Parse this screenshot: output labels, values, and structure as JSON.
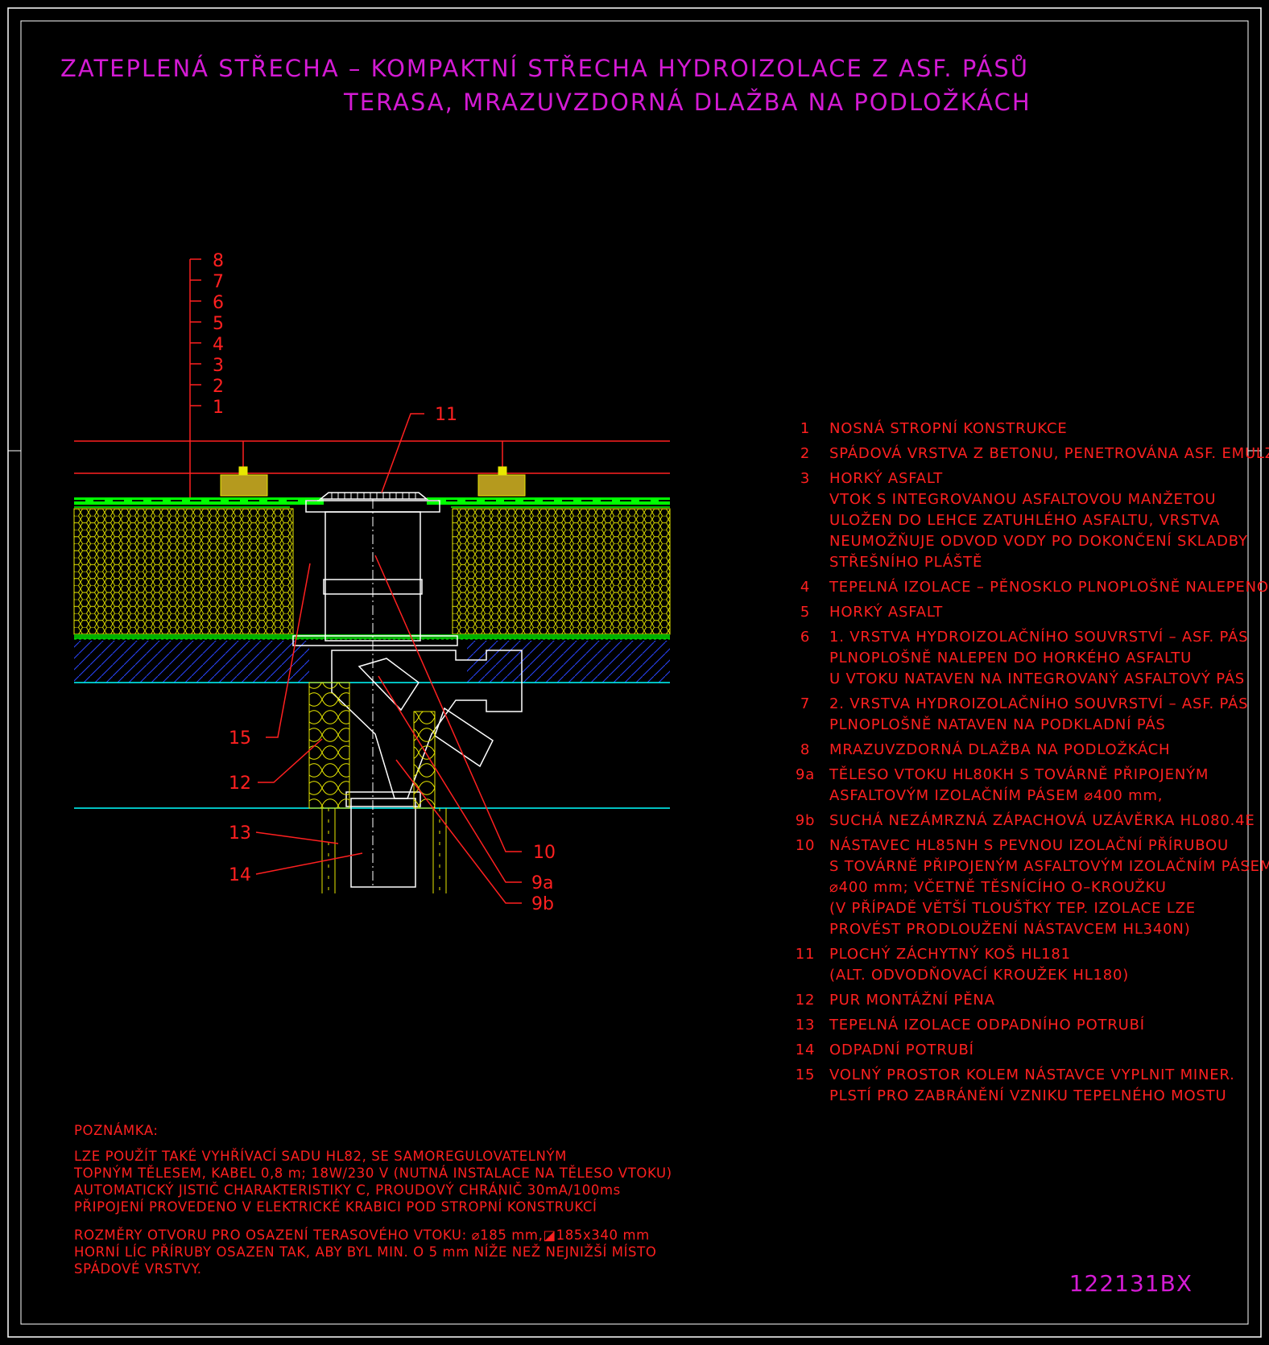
{
  "title": {
    "line1": "ZATEPLENÁ STŘECHA – KOMPAKTNÍ STŘECHA HYDROIZOLACE Z ASF. PÁSŮ",
    "line2": "TERASA, MRAZUVZDORNÁ DLAŽBA NA PODLOŽKÁCH"
  },
  "drawing_code": "122131BX",
  "colors": {
    "magenta": "#d41bd4",
    "red": "#ff2020",
    "green": "#00ff00",
    "yellow": "#ffff00",
    "cyan": "#00ffff",
    "blue": "#3050ff",
    "white": "#ffffff"
  },
  "diagram": {
    "layer_labels": [
      "8",
      "7",
      "6",
      "5",
      "4",
      "3",
      "2",
      "1"
    ],
    "callouts": {
      "c11": "11",
      "c15": "15",
      "c12": "12",
      "c13": "13",
      "c14": "14",
      "c10": "10",
      "c9a": "9a",
      "c9b": "9b"
    }
  },
  "legend": [
    {
      "num": "1",
      "lines": [
        "NOSNÁ STROPNÍ KONSTRUKCE"
      ]
    },
    {
      "num": "2",
      "lines": [
        "SPÁDOVÁ VRSTVA Z BETONU, PENETROVÁNA ASF. EMULZÍ"
      ]
    },
    {
      "num": "3",
      "lines": [
        "HORKÝ ASFALT",
        "VTOK S INTEGROVANOU ASFALTOVOU MANŽETOU",
        "ULOŽEN DO LEHCE ZATUHLÉHO ASFALTU, VRSTVA",
        "NEUMOŽŇUJE ODVOD VODY PO DOKONČENÍ SKLADBY",
        "STŘEŠNÍHO PLÁŠTĚ"
      ]
    },
    {
      "num": "4",
      "lines": [
        "TEPELNÁ IZOLACE – PĚNOSKLO PLNOPLOŠNĚ NALEPENO"
      ]
    },
    {
      "num": "5",
      "lines": [
        "HORKÝ ASFALT"
      ]
    },
    {
      "num": "6",
      "lines": [
        "1. VRSTVA HYDROIZOLAČNÍHO SOUVRSTVÍ – ASF. PÁS",
        "PLNOPLOŠNĚ NALEPEN DO HORKÉHO ASFALTU",
        "U VTOKU NATAVEN NA INTEGROVANÝ ASFALTOVÝ PÁS"
      ]
    },
    {
      "num": "7",
      "lines": [
        "2. VRSTVA HYDROIZOLAČNÍHO SOUVRSTVÍ – ASF. PÁS",
        "PLNOPLOŠNĚ NATAVEN NA PODKLADNÍ PÁS"
      ]
    },
    {
      "num": "8",
      "lines": [
        "MRAZUVZDORNÁ DLAŽBA NA PODLOŽKÁCH"
      ]
    },
    {
      "num": "9a",
      "lines": [
        "TĚLESO VTOKU HL80KH S TOVÁRNĚ PŘIPOJENÝM",
        "ASFALTOVÝM IZOLAČNÍM PÁSEM ⌀400 mm,"
      ]
    },
    {
      "num": "9b",
      "lines": [
        "SUCHÁ NEZÁMRZNÁ ZÁPACHOVÁ UZÁVĚRKA HL080.4E"
      ]
    },
    {
      "num": "10",
      "lines": [
        "NÁSTAVEC HL85NH S PEVNOU IZOLAČNÍ PŘÍRUBOU",
        "S TOVÁRNĚ PŘIPOJENÝM ASFALTOVÝM IZOLAČNÍM PÁSEM",
        "⌀400 mm; VČETNĚ TĚSNÍCÍHO O–KROUŽKU",
        "(V PŘÍPADĚ VĚTŠÍ TLOUŠŤKY TEP. IZOLACE LZE",
        "PROVÉST PRODLOUŽENÍ NÁSTAVCEM HL340N)"
      ]
    },
    {
      "num": "11",
      "lines": [
        "PLOCHÝ ZÁCHYTNÝ KOŠ HL181",
        "(ALT. ODVODŇOVACÍ KROUŽEK HL180)"
      ]
    },
    {
      "num": "12",
      "lines": [
        "PUR MONTÁŽNÍ PĚNA"
      ]
    },
    {
      "num": "13",
      "lines": [
        "TEPELNÁ IZOLACE ODPADNÍHO POTRUBÍ"
      ]
    },
    {
      "num": "14",
      "lines": [
        "ODPADNÍ POTRUBÍ"
      ]
    },
    {
      "num": "15",
      "lines": [
        "VOLNÝ PROSTOR KOLEM NÁSTAVCE VYPLNIT MINER.",
        "PLSTÍ PRO ZABRÁNĚNÍ VZNIKU TEPELNÉHO MOSTU"
      ]
    }
  ],
  "note": {
    "heading": "POZNÁMKA:",
    "para1": [
      "LZE POUŽÍT TAKÉ VYHŘÍVACÍ SADU HL82, SE SAMOREGULOVATELNÝM",
      "TOPNÝM TĚLESEM, KABEL 0,8 m; 18W/230 V (NUTNÁ INSTALACE NA TĚLESO VTOKU)",
      "AUTOMATICKÝ JISTIČ CHARAKTERISTIKY C, PROUDOVÝ CHRÁNIČ 30mA/100ms",
      "PŘIPOJENÍ PROVEDENO V ELEKTRICKÉ KRABICI POD STROPNÍ KONSTRUKCÍ"
    ],
    "para2": [
      "ROZMĚRY OTVORU PRO OSAZENÍ TERASOVÉHO VTOKU: ⌀185 mm,◪185x340 mm",
      "HORNÍ LÍC PŘÍRUBY OSAZEN TAK, ABY BYL MIN. O 5 mm NÍŽE NEŽ NEJNIŽŠÍ MÍSTO",
      "SPÁDOVÉ VRSTVY."
    ]
  }
}
